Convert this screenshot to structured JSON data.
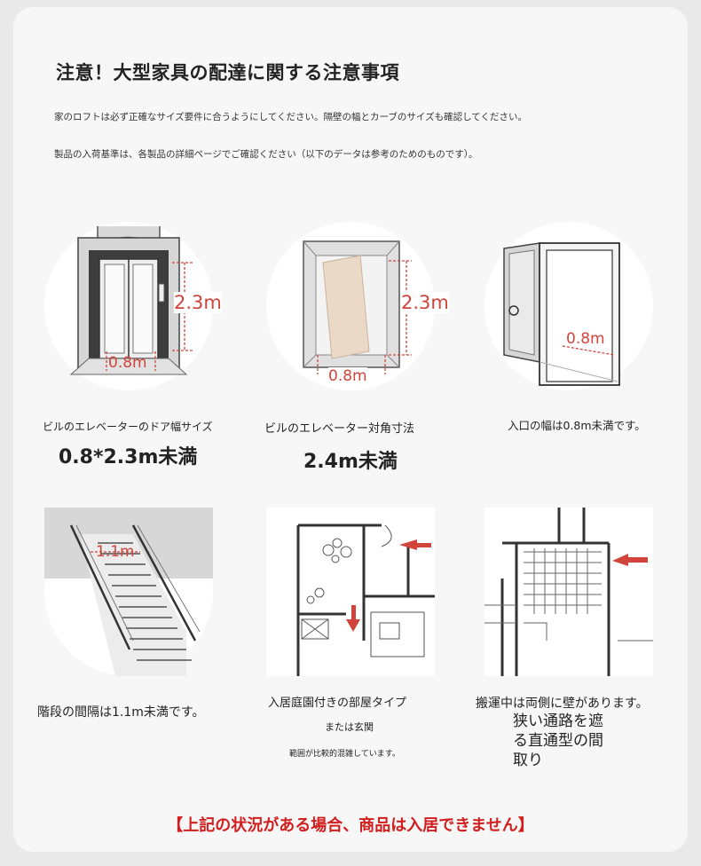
{
  "title": "注意！大型家具の配達に関する注意事項",
  "notes": [
    "家のロフトは必ず正確なサイズ要件に合うようにしてください。隔壁の幅とカーブのサイズも確認してください。",
    "製品の入荷基準は、各製品の詳細ページでご確認ください（以下のデータは参考のためのものです）。"
  ],
  "items": {
    "elevator_door": {
      "dim_height": "2.3m",
      "dim_width": "0.8m",
      "caption": "ビルのエレベーターのドア幅サイズ",
      "value": "0.8*2.3m未満"
    },
    "elevator_diagonal": {
      "dim_height": "2.3m",
      "dim_width": "0.8m",
      "caption": "ビルのエレベーター対角寸法",
      "value": "2.4m未満"
    },
    "entrance": {
      "dim_width": "0.8m",
      "caption": "入口の幅は0.8m未満です。"
    },
    "stairs": {
      "dim_width": "1.1m",
      "caption": "階段の間隔は1.1m未満です。"
    },
    "garden_room": {
      "caption": "入居庭園付きの部屋タイプ",
      "sub": "または玄関",
      "note": "範囲が比較的混雑しています。"
    },
    "corridor": {
      "caption": "搬運中は両側に壁があります。",
      "extra_lines": [
        "狭い通路を遮",
        "る直通型の間",
        "取り"
      ]
    }
  },
  "footer": "【上記の状況がある場合、商品は入居できません】",
  "colors": {
    "accent_red": "#d21e1e",
    "dimension_red": "#d0443c"
  }
}
